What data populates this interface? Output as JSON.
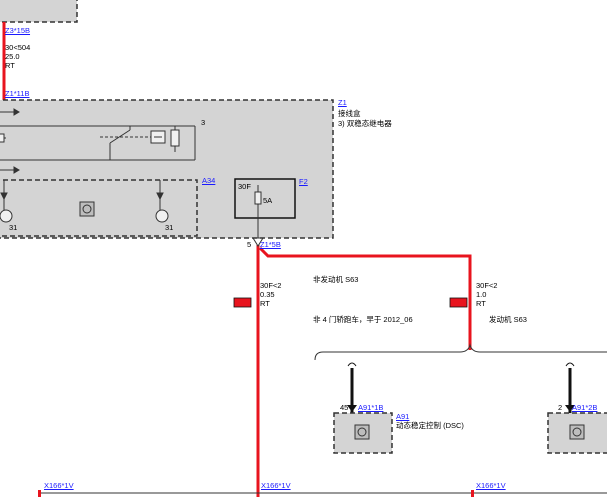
{
  "top_connector": {
    "ref": "Z3*15B"
  },
  "wire_top": {
    "circuit": "30<504",
    "size": "25.0",
    "color": "RT"
  },
  "z1_connector_top": {
    "ref": "Z1*11B"
  },
  "z1": {
    "ref": "Z1",
    "name": "接线盒",
    "note": "3)  双稳态继电器"
  },
  "relay_pin": "3",
  "a34": {
    "ref": "A34",
    "pin_left": "31",
    "pin_right": "31"
  },
  "f2": {
    "ref": "F2",
    "circuit": "30F",
    "rating": "5A"
  },
  "z1_connector_bottom": {
    "pin": "5",
    "ref": "Z1*5B"
  },
  "branch_left": {
    "condition": "非发动机 S63",
    "circuit": "30F<2",
    "size": "0.35",
    "color": "RT",
    "note": "非 4 门轿跑车，早于 2012_06"
  },
  "branch_right": {
    "circuit": "30F<2",
    "size": "1.0",
    "color": "RT",
    "condition": "发动机 S63"
  },
  "a91": {
    "pin": "45",
    "connector": "A91*1B",
    "ref": "A91",
    "name": "动态稳定控制 (DSC)"
  },
  "a91_right": {
    "pin": "2",
    "connector": "A91*2B"
  },
  "x166": {
    "left": "X166*1V",
    "mid": "X166*1V",
    "right": "X166*1V"
  },
  "colors": {
    "wire": "#e8141e",
    "box_fill": "#d4d4d4",
    "link": "#1a1aff"
  }
}
